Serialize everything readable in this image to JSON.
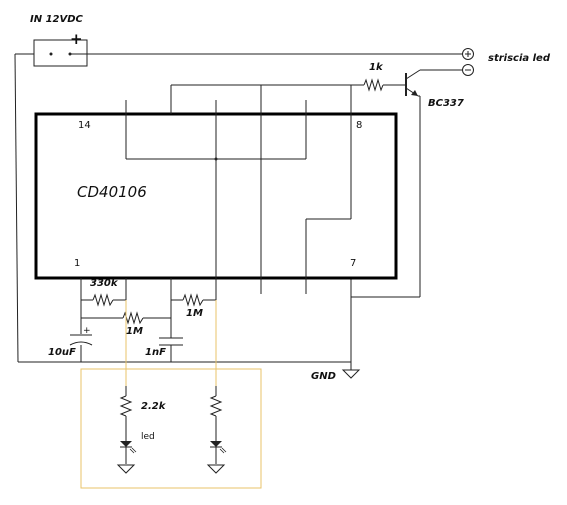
{
  "labels": {
    "input": "IN 12VDC",
    "plus_sign": "+",
    "led_strip": "striscia led",
    "r_base": "1k",
    "transistor": "BC337",
    "chip": "CD40106",
    "pin14": "14",
    "pin8": "8",
    "pin1": "1",
    "pin7": "7",
    "r1": "330k",
    "r2": "1M",
    "r3": "1M",
    "c1": "10uF",
    "c1_plus": "+",
    "c2": "1nF",
    "gnd": "GND",
    "r_led": "2.2k",
    "led": "led"
  },
  "colors": {
    "wire": "#222222",
    "highlight": "#e8c36a"
  }
}
